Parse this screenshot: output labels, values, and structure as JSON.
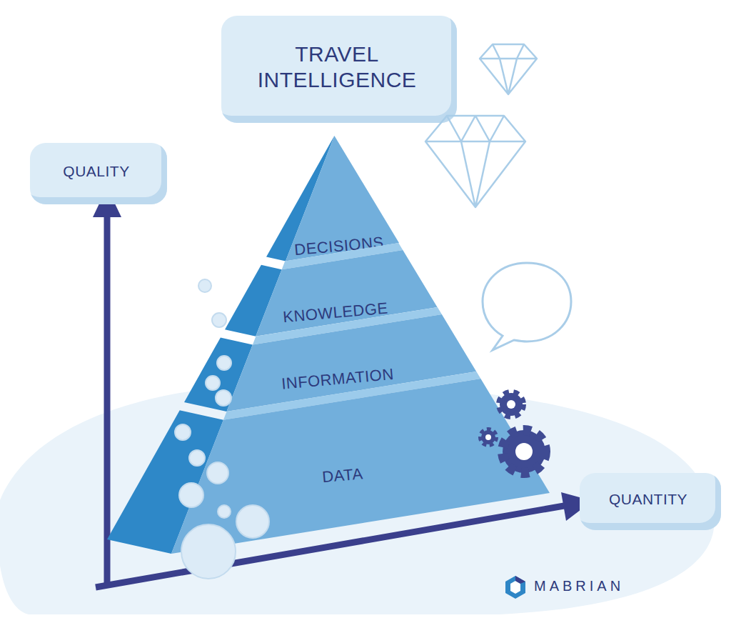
{
  "diagram": {
    "nodes": [
      {
        "text": [
          "TRAVEL INTELLIGENCE"
        ]
      },
      {
        "text": [
          "QUALITY"
        ]
      },
      {
        "text": [
          "DECISIONS"
        ]
      },
      {
        "text": [
          "KNOWLEDGE"
        ]
      },
      {
        "text": [
          "INFORMATION"
        ]
      },
      {
        "text": [
          "DATA"
        ]
      },
      {
        "text": [
          "QUANTITY"
        ]
      }
    ],
    "labels": [
      "MABRIAN"
    ]
  }
}
